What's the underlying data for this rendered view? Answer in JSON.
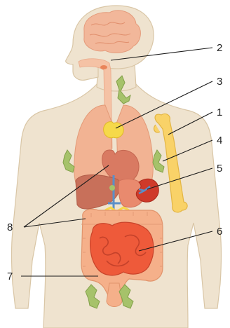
{
  "diagram": {
    "callouts": [
      {
        "id": "c2",
        "label": "2"
      },
      {
        "id": "c3",
        "label": "3"
      },
      {
        "id": "c1",
        "label": "1"
      },
      {
        "id": "c4",
        "label": "4"
      },
      {
        "id": "c5",
        "label": "5"
      },
      {
        "id": "c6",
        "label": "6"
      },
      {
        "id": "c8",
        "label": "8"
      },
      {
        "id": "c7",
        "label": "7"
      }
    ],
    "colors": {
      "skin": "#efe3cf",
      "skin_outline": "#d9c6a6",
      "brain": "#f2b79a",
      "lungs": "#f2b393",
      "heart": "#d97a62",
      "liver": "#c8705a",
      "thymus_gland": "#f6d94a",
      "bone": "#f9d268",
      "kidney": "#cf3a2a",
      "small_intestine": "#ee5a3a",
      "large_intestine": "#f5b08a",
      "lymph_node": "#a6c26a",
      "vessel_blue": "#5a8fc8"
    }
  }
}
